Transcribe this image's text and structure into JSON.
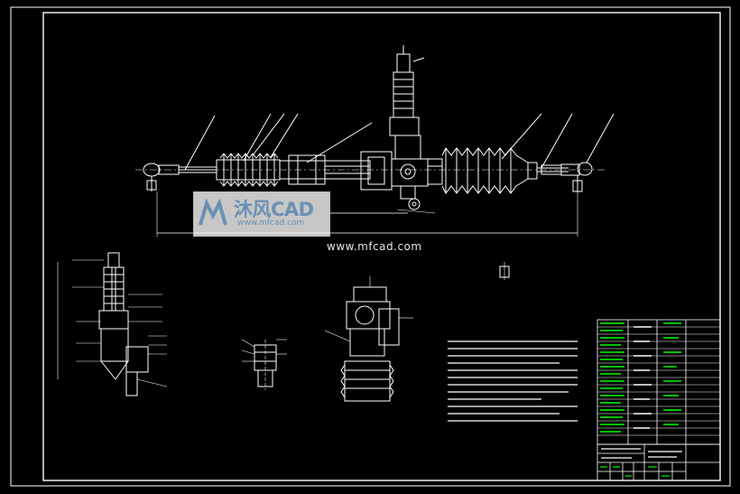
{
  "watermark": {
    "url_text": "www.mfcad.com",
    "logo_text": "沐风CAD",
    "logo_subtext": "www.mfcad.com"
  },
  "colors": {
    "background": "#000000",
    "lines": "#ffffff",
    "title_block_accent": "#00ff00",
    "logo_blue": "#6a8fb3"
  }
}
